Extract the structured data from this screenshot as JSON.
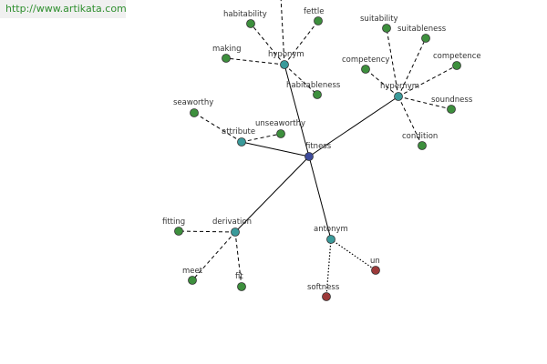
{
  "watermark": {
    "url": "http://www.artikata.com"
  },
  "colors": {
    "center": "#3c4a9c",
    "relation": "#3a9a9a",
    "synonym": "#3d8f3d",
    "antonym_word": "#9c3a3a"
  },
  "nodes": [
    {
      "id": "fitness",
      "label": "fitness",
      "type": "center"
    },
    {
      "id": "hyponym1",
      "label": "hyponym",
      "type": "relation"
    },
    {
      "id": "hypernym",
      "label": "hypernym",
      "type": "relation"
    },
    {
      "id": "attribute",
      "label": "attribute",
      "type": "relation"
    },
    {
      "id": "derivation",
      "label": "derivation",
      "type": "relation"
    },
    {
      "id": "antonym",
      "label": "antonym",
      "type": "relation"
    },
    {
      "id": "habitability",
      "label": "habitability",
      "type": "synonym"
    },
    {
      "id": "fettle",
      "label": "fettle",
      "type": "synonym"
    },
    {
      "id": "making",
      "label": "making",
      "type": "synonym"
    },
    {
      "id": "habitableness",
      "label": "habitableness",
      "type": "synonym"
    },
    {
      "id": "suitability",
      "label": "suitability",
      "type": "synonym"
    },
    {
      "id": "suitableness",
      "label": "suitableness",
      "type": "synonym"
    },
    {
      "id": "competency",
      "label": "competency",
      "type": "synonym"
    },
    {
      "id": "competence",
      "label": "competence",
      "type": "synonym"
    },
    {
      "id": "soundness",
      "label": "soundness",
      "type": "synonym"
    },
    {
      "id": "condition",
      "label": "condition",
      "type": "synonym"
    },
    {
      "id": "seaworthy",
      "label": "seaworthy",
      "type": "synonym"
    },
    {
      "id": "unseaworthy",
      "label": "unseaworthy",
      "type": "synonym"
    },
    {
      "id": "fitting",
      "label": "fitting",
      "type": "synonym"
    },
    {
      "id": "meet",
      "label": "meet",
      "type": "synonym"
    },
    {
      "id": "fit",
      "label": "fit",
      "type": "synonym"
    },
    {
      "id": "un",
      "label": "un",
      "type": "antonym_word"
    },
    {
      "id": "softness",
      "label": "softness",
      "type": "antonym_word"
    }
  ],
  "edges": [
    {
      "from": "fitness",
      "to": "hyponym1",
      "style": "solid"
    },
    {
      "from": "fitness",
      "to": "hypernym",
      "style": "solid"
    },
    {
      "from": "fitness",
      "to": "attribute",
      "style": "solid"
    },
    {
      "from": "fitness",
      "to": "derivation",
      "style": "solid"
    },
    {
      "from": "fitness",
      "to": "antonym",
      "style": "solid"
    },
    {
      "from": "hyponym1",
      "to": "habitability",
      "style": "dashed"
    },
    {
      "from": "hyponym1",
      "to": "fettle",
      "style": "dashed"
    },
    {
      "from": "hyponym1",
      "to": "making",
      "style": "dashed"
    },
    {
      "from": "hyponym1",
      "to": "habitableness",
      "style": "dashed"
    },
    {
      "from": "hyponym1",
      "to": "offscreen-top",
      "style": "dashed"
    },
    {
      "from": "hypernym",
      "to": "suitability",
      "style": "dashed"
    },
    {
      "from": "hypernym",
      "to": "suitableness",
      "style": "dashed"
    },
    {
      "from": "hypernym",
      "to": "competency",
      "style": "dashed"
    },
    {
      "from": "hypernym",
      "to": "competence",
      "style": "dashed"
    },
    {
      "from": "hypernym",
      "to": "soundness",
      "style": "dashed"
    },
    {
      "from": "hypernym",
      "to": "condition",
      "style": "dashed"
    },
    {
      "from": "attribute",
      "to": "seaworthy",
      "style": "dashed"
    },
    {
      "from": "attribute",
      "to": "unseaworthy",
      "style": "dashed"
    },
    {
      "from": "derivation",
      "to": "fitting",
      "style": "dashed"
    },
    {
      "from": "derivation",
      "to": "meet",
      "style": "dashed"
    },
    {
      "from": "derivation",
      "to": "fit",
      "style": "dashed"
    },
    {
      "from": "antonym",
      "to": "un",
      "style": "dotted"
    },
    {
      "from": "antonym",
      "to": "softness",
      "style": "dotted"
    }
  ]
}
